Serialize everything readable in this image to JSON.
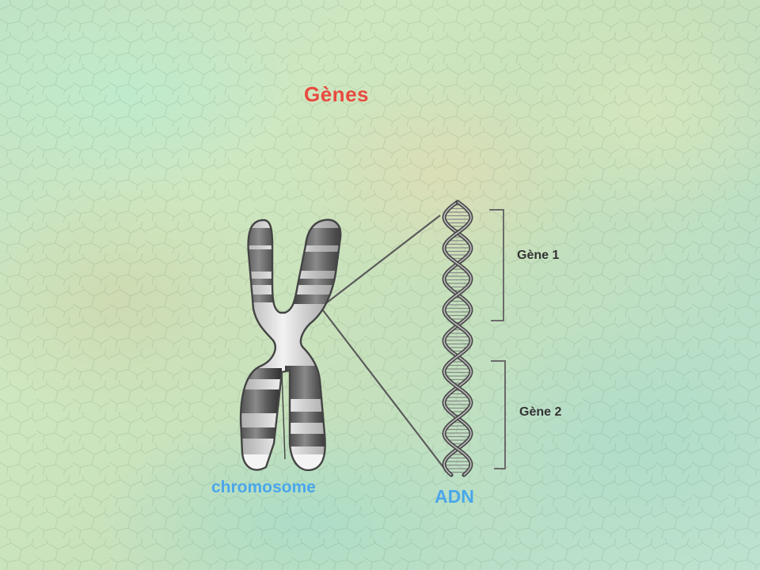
{
  "title": "Gènes",
  "labels": {
    "chromosome": "chromosome",
    "adn": "ADN",
    "gene1": "Gène 1",
    "gene2": "Gène 2"
  },
  "colors": {
    "title": "#e84a3f",
    "label_blue": "#4aa6ea",
    "gene_label": "#333333",
    "chromosome_band_dark": "#555555",
    "chromosome_band_light": "#cfcfcf",
    "outline": "#444444"
  }
}
